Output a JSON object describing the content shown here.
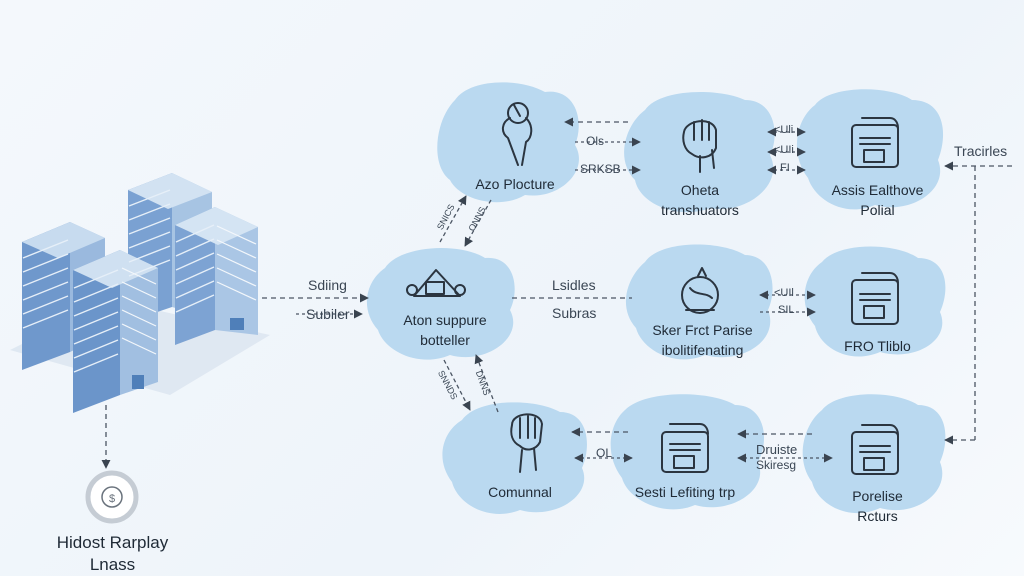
{
  "nodes": {
    "top_left": {
      "label": "Azo Plocture"
    },
    "top_mid": {
      "line1": "Oheta",
      "line2": "transhuators"
    },
    "top_right": {
      "line1": "Assis Ealthove",
      "line2": "Polial"
    },
    "center": {
      "line1": "Aton suppure",
      "line2": "botteller"
    },
    "mid_mid": {
      "line1": "Sker Frct Parise",
      "line2": "ibolitifenating"
    },
    "mid_right": {
      "label": "FRO Tliblo"
    },
    "bot_left": {
      "label": "Comunnal"
    },
    "bot_mid": {
      "label": "Sesti Lefiting trp"
    },
    "bot_right": {
      "line1": "Porelise",
      "line2": "Rcturs"
    },
    "host": {
      "line1": "Hidost Rarplay",
      "line2": "Lnass"
    }
  },
  "edge_labels": {
    "sding": "Sdiing",
    "subiler": "Subiler",
    "lsidles": "Lsidles",
    "subras": "Subras",
    "tracirles": "Tracirles",
    "druisle": "Druiste",
    "skiresg": "Skiresg",
    "ols": "Ols",
    "srksb": "SRKSB",
    "ol_b": "OL",
    "uili1": "<Uli",
    "uili2": "<UIi",
    "fi": "FI",
    "uil_mid": "<UIl",
    "sil_mid": "SIL",
    "diag_tl1": "SNICS",
    "diag_tl2": "ONNS",
    "diag_bl1": "SNNDS",
    "diag_bl2": "DNNS"
  },
  "colors": {
    "blob": "#b7d7ef",
    "icon_stroke": "#2b3540",
    "line": "#4a5563",
    "building": "#8fb3dc"
  }
}
